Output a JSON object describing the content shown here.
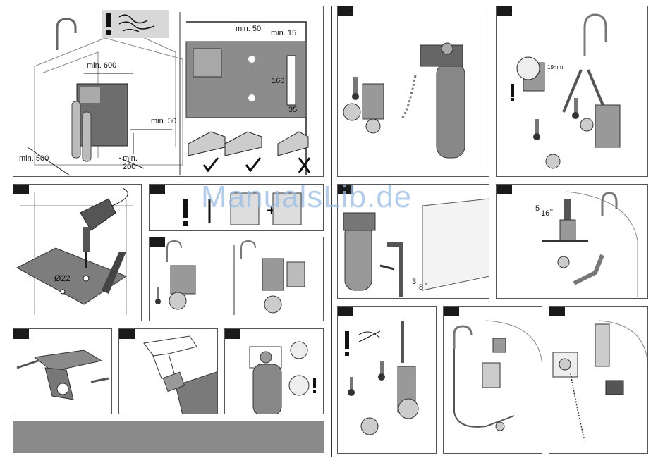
{
  "watermark": "ManualsLib.de",
  "panel1": {
    "dim_min600": "min. 600",
    "dim_min50_a": "min. 50",
    "dim_min500": "min. 500",
    "dim_min200": "min. 200",
    "dim_min50_b": "min. 50",
    "dim_min15": "min. 15",
    "dim_160": "160",
    "dim_35": "35"
  },
  "panel3": {
    "dim_19mm": "19mm"
  },
  "panel4": {
    "diameter": "Ø22"
  },
  "panel7": {
    "fraction_num": "3",
    "fraction_den": "8",
    "unit": "\""
  },
  "panel8": {
    "fraction_num": "5",
    "fraction_den": "16",
    "unit": "\""
  },
  "icons": [
    "warning-icon",
    "splash-icon",
    "thermometer-icon",
    "check-icon",
    "cross-icon",
    "drill-icon",
    "plug-icon"
  ]
}
